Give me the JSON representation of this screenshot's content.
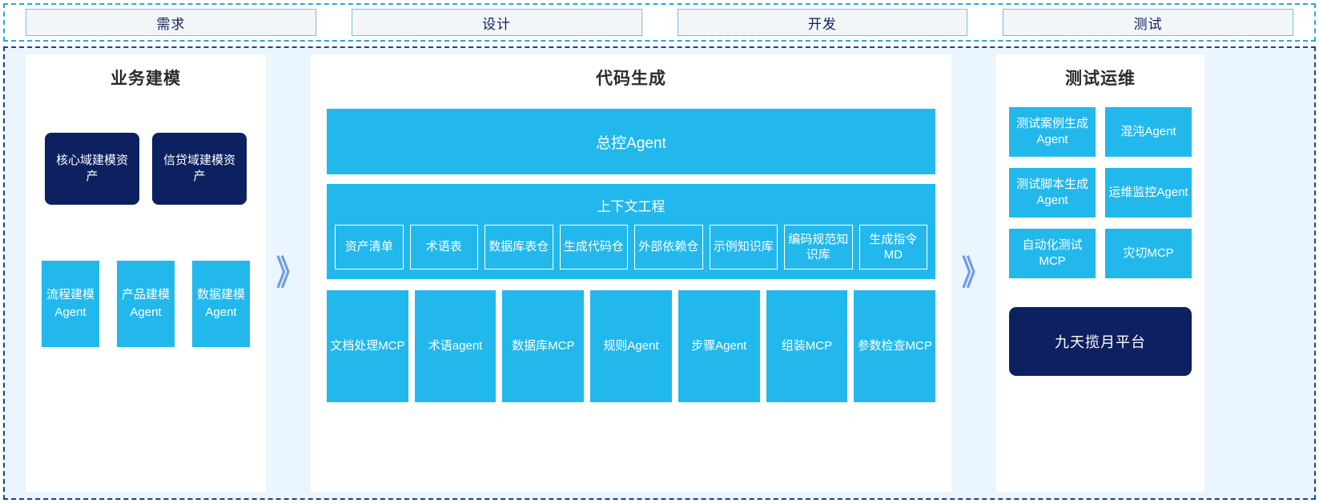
{
  "phases": [
    {
      "label": "需求"
    },
    {
      "label": "设计"
    },
    {
      "label": "开发"
    },
    {
      "label": "测试"
    }
  ],
  "arrows": {
    "glyph": "》"
  },
  "panels": {
    "business_modeling": {
      "title": "业务建模",
      "assets": [
        {
          "label": "核心域建模资产"
        },
        {
          "label": "信贷域建模资产"
        }
      ],
      "agents": [
        {
          "label": "流程建模Agent"
        },
        {
          "label": "产品建模Agent"
        },
        {
          "label": "数据建模Agent"
        }
      ]
    },
    "code_generation": {
      "title": "代码生成",
      "master_agent": "总控Agent",
      "context_engineering": {
        "title": "上下文工程",
        "items": [
          {
            "label": "资产清单"
          },
          {
            "label": "术语表"
          },
          {
            "label": "数据库表仓"
          },
          {
            "label": "生成代码仓"
          },
          {
            "label": "外部依赖仓"
          },
          {
            "label": "示例知识库"
          },
          {
            "label": "编码规范知识库"
          },
          {
            "label": "生成指令MD"
          }
        ]
      },
      "tools": [
        {
          "label": "文档处理MCP"
        },
        {
          "label": "术语agent"
        },
        {
          "label": "数据库MCP"
        },
        {
          "label": "规则Agent"
        },
        {
          "label": "步骤Agent"
        },
        {
          "label": "组装MCP"
        },
        {
          "label": "参数检查MCP"
        }
      ]
    },
    "test_ops": {
      "title": "测试运维",
      "cards": [
        {
          "label": "测试案例生成Agent"
        },
        {
          "label": "混沌Agent"
        },
        {
          "label": "测试脚本生成Agent"
        },
        {
          "label": "运维监控Agent"
        },
        {
          "label": "自动化测试MCP"
        },
        {
          "label": "灾切MCP"
        }
      ],
      "platform": {
        "label": "九天揽月平台"
      }
    }
  },
  "colors": {
    "cyan": "#22b8ec",
    "navy": "#0d2060",
    "region_bg": "#eaf5fd",
    "arrow": "#6f9ae8",
    "tab_border": "#6fc2e0",
    "tab_text": "#10205e"
  }
}
